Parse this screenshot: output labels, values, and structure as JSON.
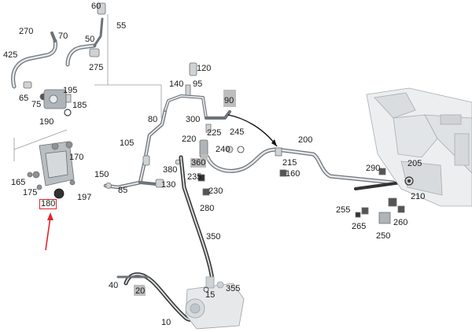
{
  "diagram": {
    "part_numbers": [
      {
        "key": "p60",
        "label": "60"
      },
      {
        "key": "p55",
        "label": "55"
      },
      {
        "key": "p270",
        "label": "270"
      },
      {
        "key": "p70",
        "label": "70"
      },
      {
        "key": "p50",
        "label": "50"
      },
      {
        "key": "p425",
        "label": "425"
      },
      {
        "key": "p275",
        "label": "275"
      },
      {
        "key": "p195",
        "label": "195"
      },
      {
        "key": "p65",
        "label": "65"
      },
      {
        "key": "p75",
        "label": "75"
      },
      {
        "key": "p185",
        "label": "185"
      },
      {
        "key": "p190",
        "label": "190"
      },
      {
        "key": "p120",
        "label": "120"
      },
      {
        "key": "p140",
        "label": "140"
      },
      {
        "key": "p95",
        "label": "95"
      },
      {
        "key": "p90",
        "label": "90",
        "shaded": true
      },
      {
        "key": "p80",
        "label": "80"
      },
      {
        "key": "p300",
        "label": "300"
      },
      {
        "key": "p245",
        "label": "245"
      },
      {
        "key": "p225",
        "label": "225"
      },
      {
        "key": "p220",
        "label": "220"
      },
      {
        "key": "p200",
        "label": "200"
      },
      {
        "key": "p105",
        "label": "105"
      },
      {
        "key": "p240",
        "label": "240"
      },
      {
        "key": "p170",
        "label": "170"
      },
      {
        "key": "p360",
        "label": "360",
        "shaded": true
      },
      {
        "key": "p215",
        "label": "215"
      },
      {
        "key": "p380",
        "label": "380"
      },
      {
        "key": "p160",
        "label": "160"
      },
      {
        "key": "p290",
        "label": "290"
      },
      {
        "key": "p205",
        "label": "205"
      },
      {
        "key": "p150",
        "label": "150"
      },
      {
        "key": "p235",
        "label": "235"
      },
      {
        "key": "p165",
        "label": "165"
      },
      {
        "key": "p130",
        "label": "130"
      },
      {
        "key": "p85",
        "label": "85"
      },
      {
        "key": "p175",
        "label": "175"
      },
      {
        "key": "p230",
        "label": "230"
      },
      {
        "key": "p210",
        "label": "210"
      },
      {
        "key": "p197",
        "label": "197"
      },
      {
        "key": "p180",
        "label": "180",
        "highlighted": true
      },
      {
        "key": "p280",
        "label": "280"
      },
      {
        "key": "p255",
        "label": "255"
      },
      {
        "key": "p260",
        "label": "260"
      },
      {
        "key": "p265",
        "label": "265"
      },
      {
        "key": "p250",
        "label": "250"
      },
      {
        "key": "p350",
        "label": "350"
      },
      {
        "key": "p40",
        "label": "40"
      },
      {
        "key": "p355",
        "label": "355"
      },
      {
        "key": "p20",
        "label": "20",
        "shaded": true
      },
      {
        "key": "p15",
        "label": "15"
      },
      {
        "key": "p10",
        "label": "10"
      }
    ],
    "colors": {
      "highlight": "#e0262b",
      "shaded_label": "#bdbdbd",
      "part_stroke": "#6f6f6f",
      "part_fill": "#cfd3d6",
      "label_text": "#1a1a1a"
    }
  }
}
